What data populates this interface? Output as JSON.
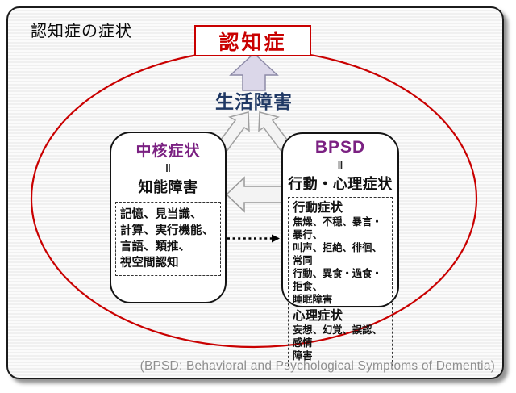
{
  "slide": {
    "title": "認知症の症状",
    "footer_note": "(BPSD: Behavioral and Psychological Symptoms of Dementia)"
  },
  "diagram": {
    "dementia_box": {
      "label": "認知症"
    },
    "life_disability": {
      "label": "生活障害"
    },
    "core_box": {
      "title": "中核症状",
      "equals_sign": "‖",
      "subtitle": "知能障害",
      "symptom_list": "記憶、見当識、\n計算、実行機能、\n言語、類推、\n視空間認知"
    },
    "bpsd_box": {
      "title": "BPSD",
      "equals_sign": "‖",
      "subtitle": "行動・心理症状",
      "behavioral_heading": "行動症状",
      "behavioral_list": "焦燥、不穏、暴言・暴行、\n叫声、拒絶、徘徊、常同\n行動、異食・過食・拒食、\n睡眠障害",
      "psychological_heading": "心理症状",
      "psychological_list": "妄想、幻覚、誤認、感情\n障害"
    },
    "colors": {
      "accent_red": "#C90000",
      "title_purple": "#7B2182",
      "life_navy": "#1F3864",
      "arrow_lavender": "#DBD7E9",
      "arrow_gray_fill": "#F3F3F3",
      "footer_gray": "#8F8F8F"
    }
  }
}
